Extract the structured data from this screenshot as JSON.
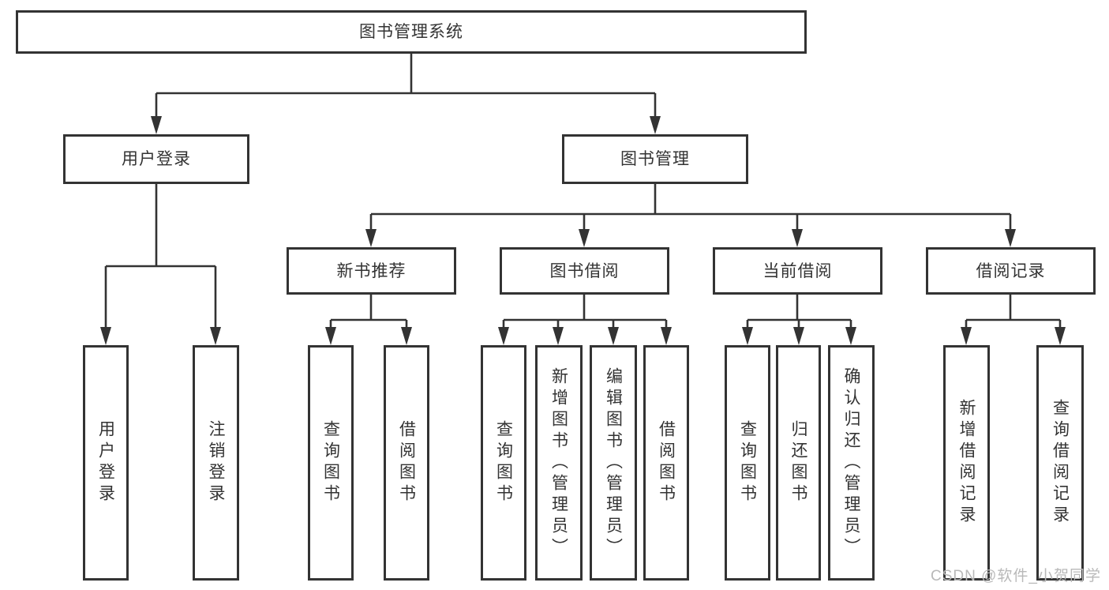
{
  "diagram_title": "图书管理系统",
  "watermark": "CSDN @软件_小贺同学",
  "colors": {
    "line": "#333333",
    "text": "#333333",
    "background": "#ffffff"
  },
  "tree": {
    "root": {
      "label": "图书管理系统"
    },
    "branches": [
      {
        "label": "用户登录",
        "leaves": [
          "用户登录",
          "注销登录"
        ]
      },
      {
        "label": "图书管理",
        "sections": [
          {
            "label": "新书推荐",
            "leaves": [
              "查询图书",
              "借阅图书"
            ]
          },
          {
            "label": "图书借阅",
            "leaves": [
              "查询图书",
              "新增图书（管理员）",
              "编辑图书（管理员）",
              "借阅图书"
            ]
          },
          {
            "label": "当前借阅",
            "leaves": [
              "查询图书",
              "归还图书",
              "确认归还（管理员）"
            ]
          },
          {
            "label": "借阅记录",
            "leaves": [
              "新增借阅记录",
              "查询借阅记录"
            ]
          }
        ]
      }
    ]
  }
}
